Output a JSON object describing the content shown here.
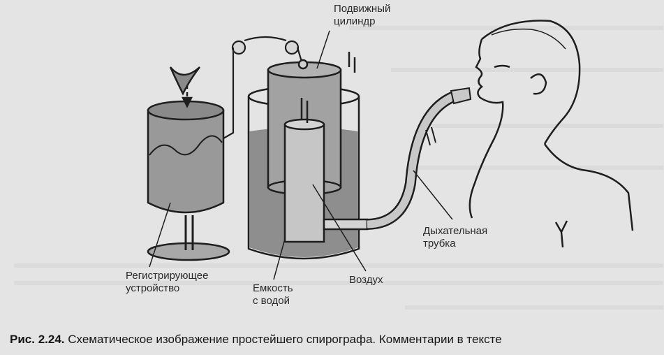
{
  "labels": {
    "moving_cylinder": [
      "Подвижный",
      "цилиндр"
    ],
    "recording_device": [
      "Регистрирующее",
      "устройство"
    ],
    "water_tank": [
      "Емкость",
      "с водой"
    ],
    "air": "Воздух",
    "breathing_tube": [
      "Дыхательная",
      "трубка"
    ]
  },
  "caption": {
    "figure": "Рис. 2.24.",
    "text": "Схематическое изображение простейшего спирографа. Комментарии в тексте"
  },
  "colors": {
    "background": "#e4e4e4",
    "liquid": "#8e8e8e",
    "outline": "#1e1e1e",
    "cylinder_fill": "#9a9a9a"
  }
}
